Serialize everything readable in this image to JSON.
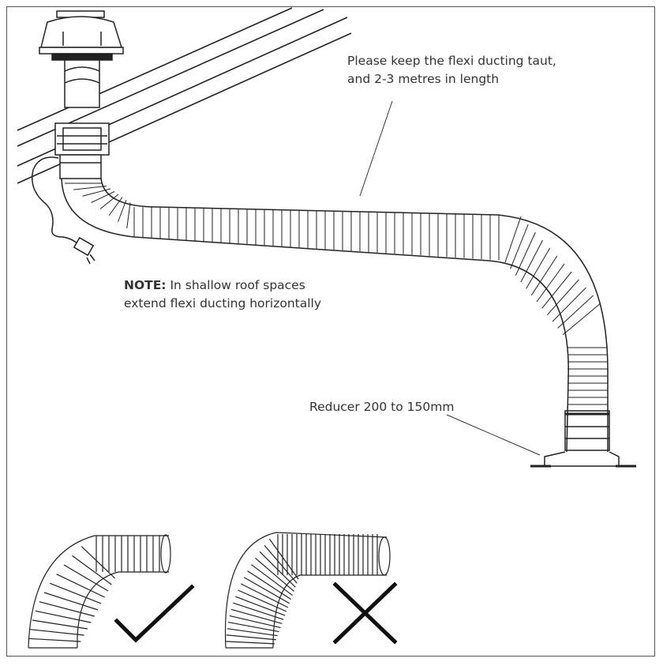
{
  "labels": {
    "taut_line1": "Please keep the flexi ducting taut,",
    "taut_line2": "and 2-3 metres in length",
    "note_bold": "NOTE:",
    "note_line1_rest": " In shallow roof spaces",
    "note_line2": "extend flexi ducting horizontally",
    "reducer": "Reducer 200 to 150mm"
  },
  "examples": [
    {
      "mark": "check",
      "meaning": "correct"
    },
    {
      "mark": "cross",
      "meaning": "incorrect"
    }
  ],
  "icons": [
    "roof-fan-icon",
    "power-plug-icon",
    "check-mark-icon",
    "cross-mark-icon"
  ]
}
